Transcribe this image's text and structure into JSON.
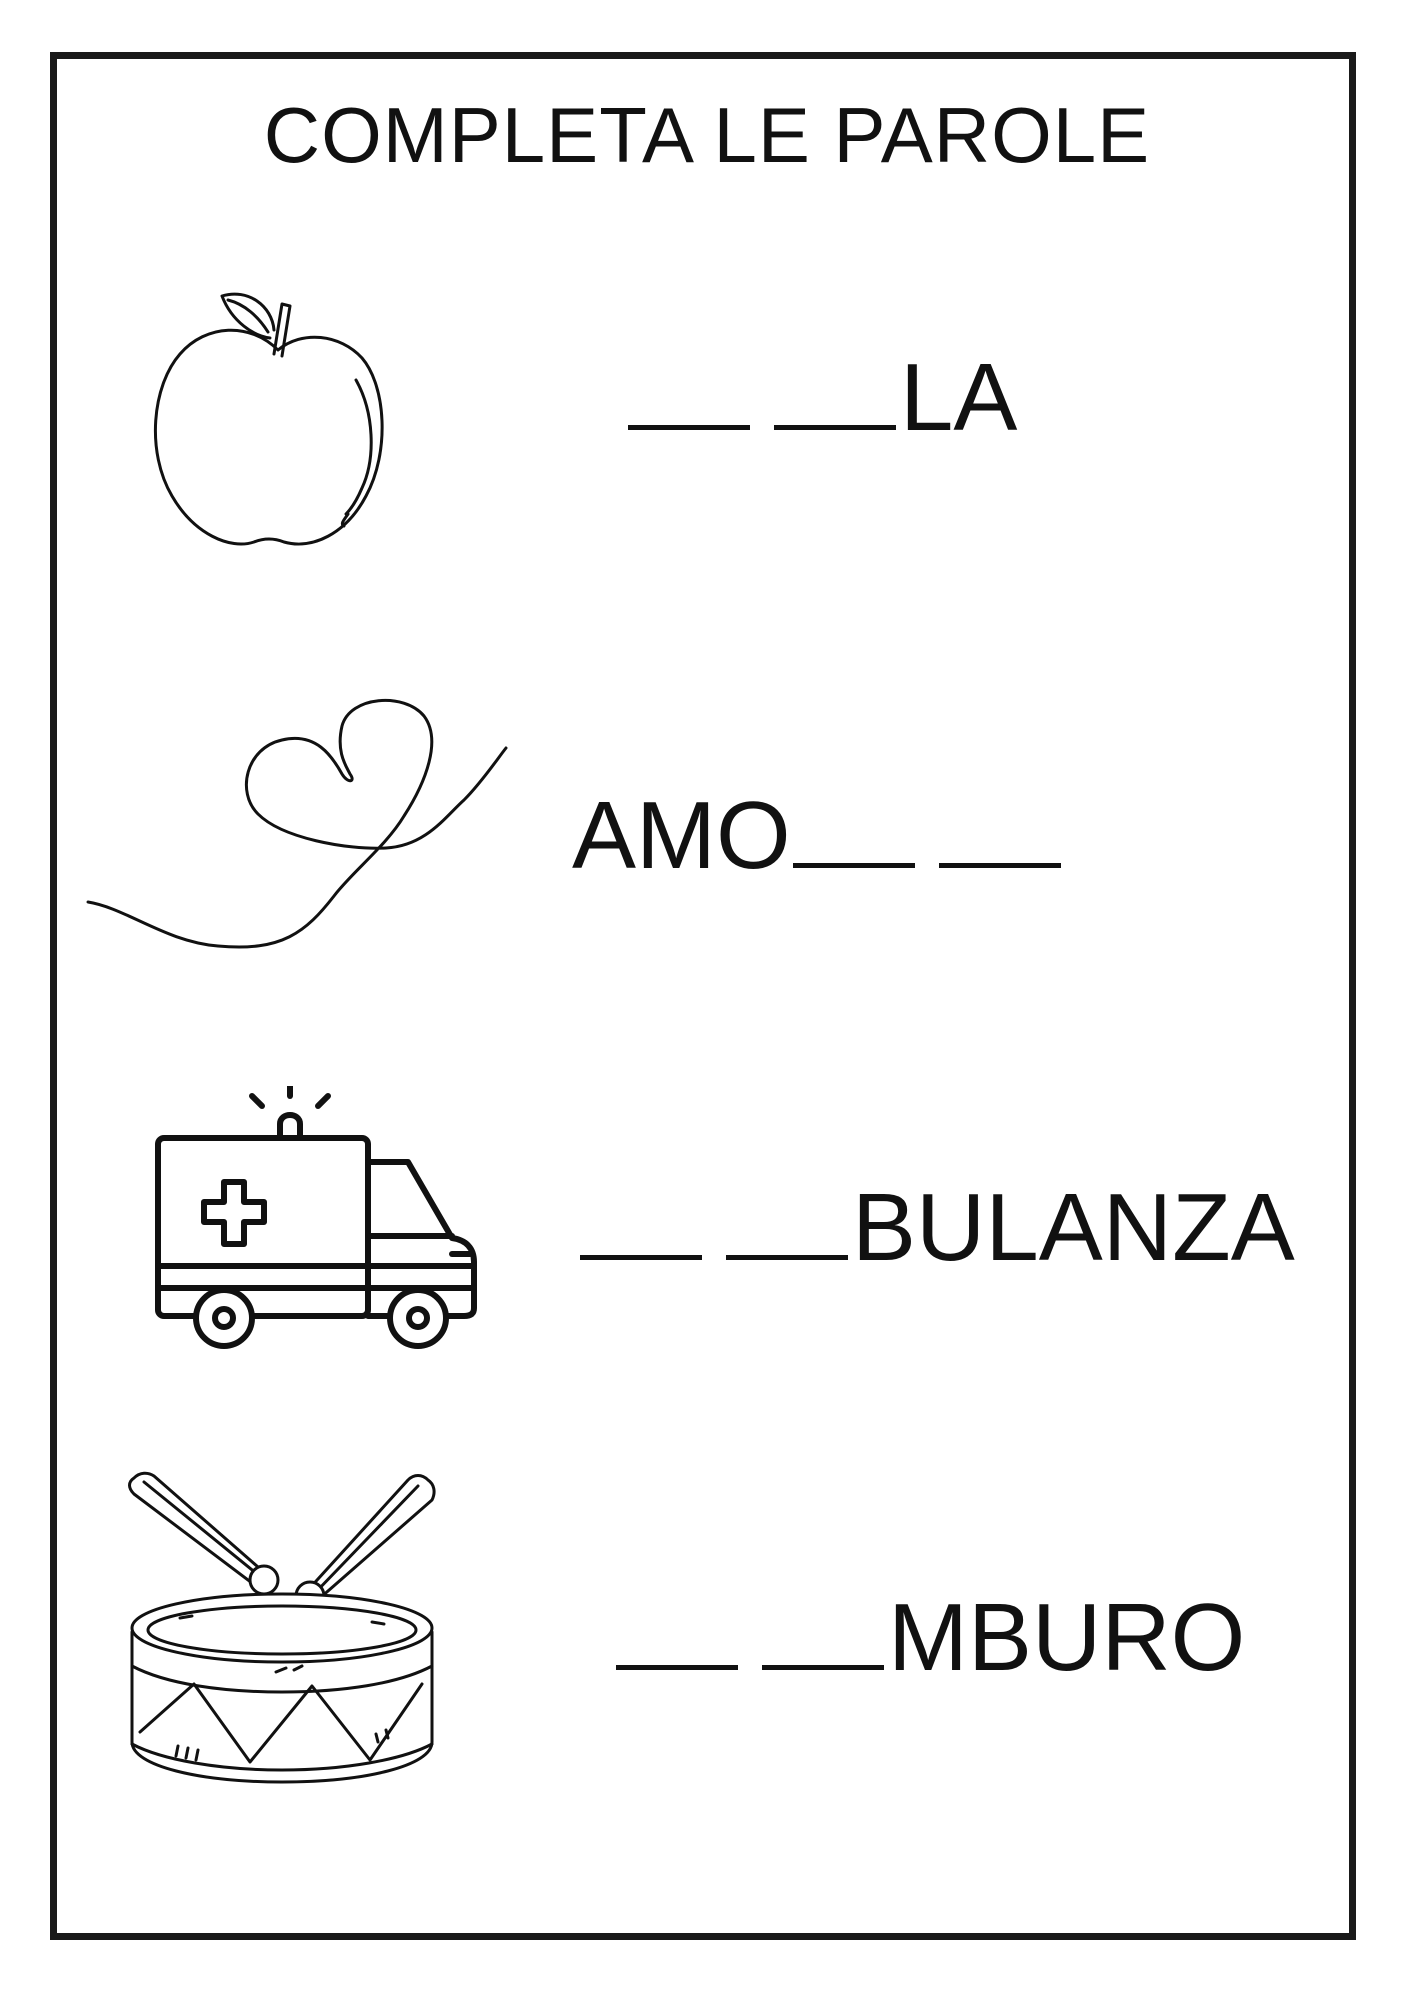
{
  "title": "COMPLETA LE PAROLE",
  "items": [
    {
      "picture": "apple-icon",
      "prefix": "",
      "blanks": 2,
      "suffix": "LA"
    },
    {
      "picture": "ribbon-heart-icon",
      "prefix": "AMO",
      "blanks": 2,
      "suffix": ""
    },
    {
      "picture": "ambulance-icon",
      "prefix": "",
      "blanks": 2,
      "suffix": "BULANZA"
    },
    {
      "picture": "drum-icon",
      "prefix": "",
      "blanks": 2,
      "suffix": "MBURO"
    }
  ]
}
